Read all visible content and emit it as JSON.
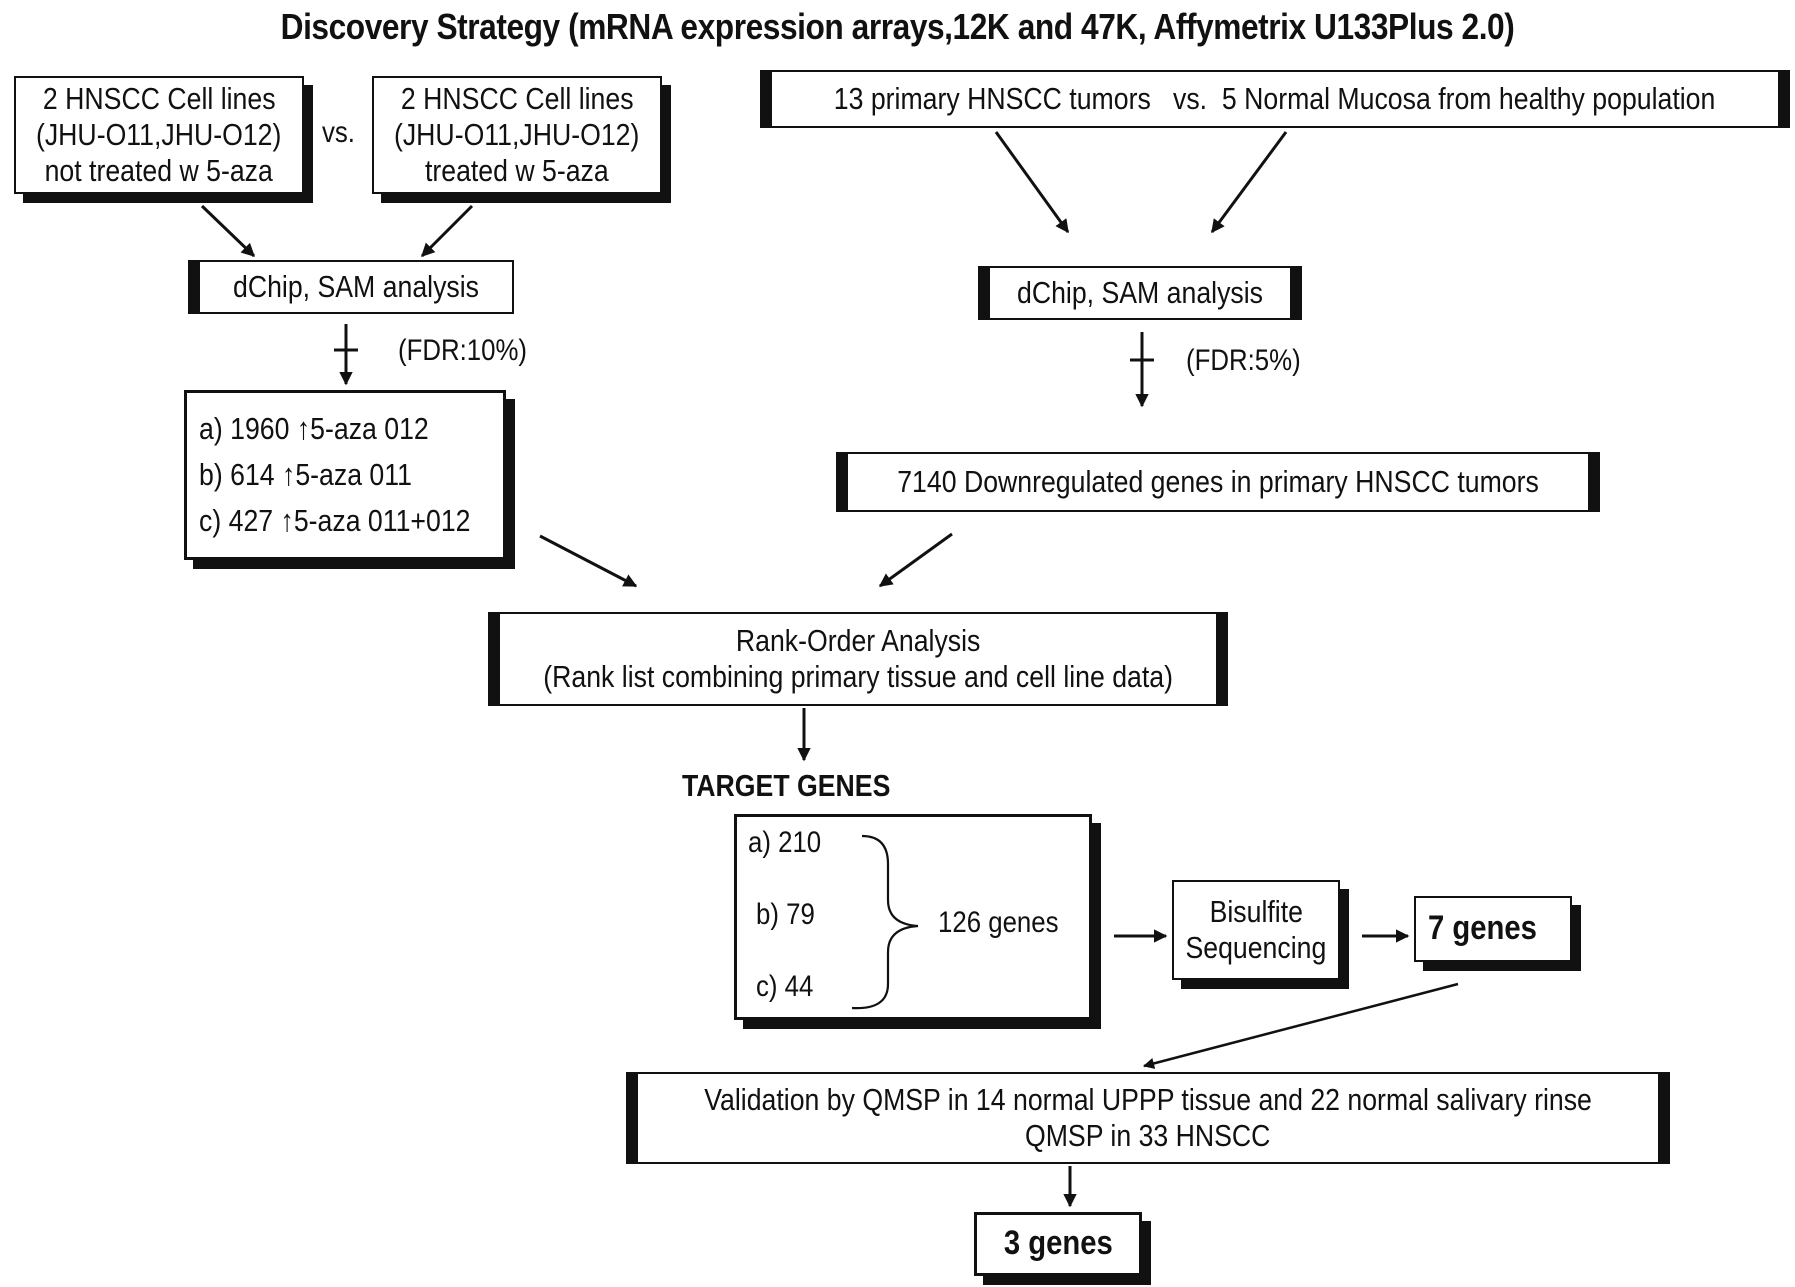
{
  "title": "Discovery Strategy (mRNA expression arrays,12K and 47K, Affymetrix U133Plus 2.0)",
  "left_branch": {
    "box_untreated": [
      "2 HNSCC Cell lines",
      "(JHU-O11,JHU-O12)",
      "not treated w 5-aza"
    ],
    "vs_label": "vs.",
    "box_treated": [
      "2 HNSCC Cell lines",
      "(JHU-O11,JHU-O12)",
      "treated w 5-aza"
    ],
    "analysis": "dChip, SAM analysis",
    "fdr": "(FDR:10%)",
    "results": [
      "a) 1960 ↑5-aza 012",
      "b) 614 ↑5-aza 011",
      "c) 427 ↑5-aza 011+012"
    ]
  },
  "right_branch": {
    "comparison": "13 primary HNSCC tumors   vs.  5 Normal Mucosa from healthy population",
    "analysis": "dChip, SAM analysis",
    "fdr": "(FDR:5%)",
    "result": "7140 Downregulated genes in primary HNSCC tumors"
  },
  "rank_order": [
    "Rank-Order Analysis",
    "(Rank list combining primary tissue and cell line data)"
  ],
  "target_genes": {
    "heading": "TARGET GENES",
    "items": [
      "a) 210",
      "b) 79",
      "c) 44"
    ],
    "total": "126 genes"
  },
  "bisulfite": [
    "Bisulfite",
    "Sequencing"
  ],
  "seven_genes": "7 genes",
  "validation": [
    "Validation by QMSP in 14 normal UPPP tissue and 22 normal salivary rinse",
    "QMSP in  33 HNSCC"
  ],
  "three_genes": "3 genes"
}
